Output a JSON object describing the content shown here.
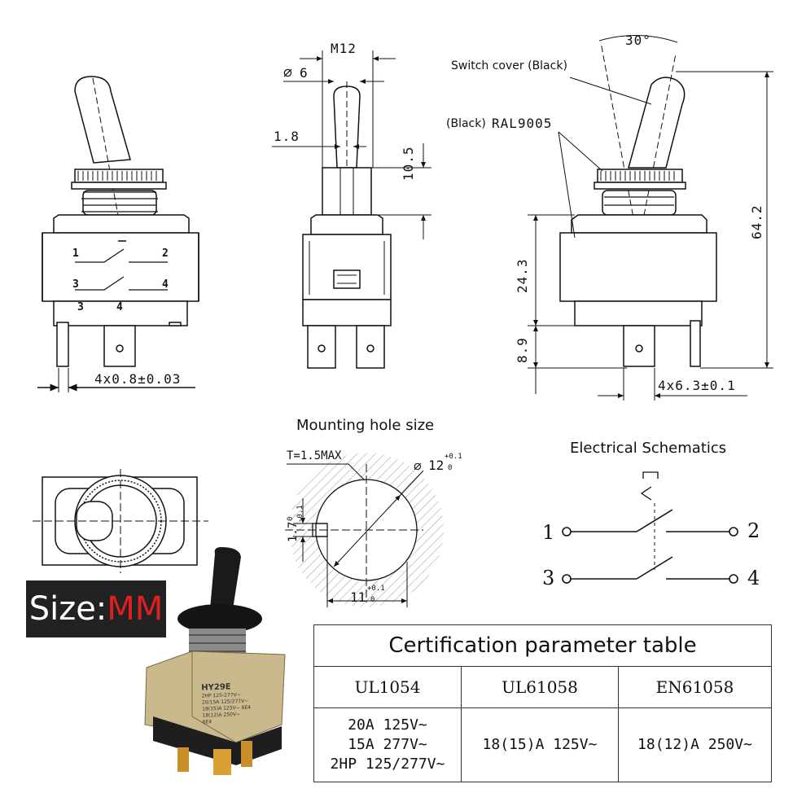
{
  "front_view": {
    "terminal_labels": [
      "1",
      "2",
      "3",
      "4",
      "3",
      "4"
    ],
    "dim_terminal_thickness": "4x0.8±0.03"
  },
  "side_view": {
    "dim_thread": "M12",
    "dim_lever_dia": "6",
    "dim_lever_tip": "1.8",
    "dim_bushing_height": "10.5"
  },
  "right_view": {
    "dim_angle": "30°",
    "note_cover": "Switch cover (Black)",
    "note_color_prefix": "(Black)",
    "note_color_code": "RAL9005",
    "dim_body_height": "24.3",
    "dim_terminal_length": "8.9",
    "dim_total_height": "64.2",
    "dim_terminal_width": "4x6.3±0.1"
  },
  "mounting_hole": {
    "title": "Mounting hole size",
    "note_thickness": "T=1.5MAX",
    "dim_diameter": "12",
    "dim_diameter_tol_upper": "+0.1",
    "dim_diameter_tol_lower": "0",
    "dim_key_width": "1.7",
    "dim_key_tol_upper": "0",
    "dim_key_tol_lower": "-0.1",
    "dim_flat": "11",
    "dim_flat_tol_upper": "+0.1",
    "dim_flat_tol_lower": "0"
  },
  "schematic": {
    "title": "Electrical Schematics",
    "terminals": [
      "1",
      "2",
      "3",
      "4"
    ]
  },
  "size_badge": {
    "label": "Size:",
    "unit": "MM"
  },
  "product_photo": {
    "model": "HY29E",
    "ratings": [
      "2HP 125-277V~",
      "20/15A 125/277V~",
      "18(15)A 125V~ 6E4",
      "18(12)A 250V~",
      "6E4"
    ]
  },
  "certification_table": {
    "title": "Certification parameter table",
    "headers": [
      "UL1054",
      "UL61058",
      "EN61058"
    ],
    "ul1054": [
      "20A 125V~",
      "15A 277V~",
      "2HP 125/277V~"
    ],
    "ul61058": "18(15)A 125V~",
    "en61058": "18(12)A 250V~"
  },
  "colors": {
    "line": "#111111",
    "badge_bg": "#222222",
    "badge_unit": "#e02020"
  }
}
